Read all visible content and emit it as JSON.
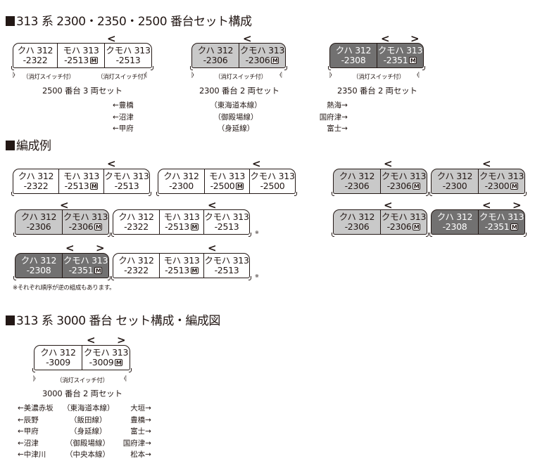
{
  "section1": {
    "title": "313 系 2300・2350・2500 番台セット構成",
    "sets": [
      {
        "label": "2500 番台 3 両セット",
        "cars": [
          {
            "type": "クハ 312",
            "num": "-2322",
            "motor": false,
            "color": "white"
          },
          {
            "type": "モハ 313",
            "num": "-2513",
            "motor": true,
            "color": "white"
          },
          {
            "type": "クモハ 313",
            "num": "-2513",
            "motor": false,
            "color": "white"
          }
        ],
        "switch_left": "（消灯スイッチ付）",
        "switch_right": "（消灯スイッチ付）",
        "destinations": [
          "←豊橋",
          "←沼津",
          "←甲府"
        ]
      },
      {
        "label": "2300 番台 2 両セット",
        "cars": [
          {
            "type": "クハ 312",
            "num": "-2306",
            "motor": false,
            "color": "light"
          },
          {
            "type": "クモハ 313",
            "num": "-2306",
            "motor": true,
            "color": "light"
          }
        ],
        "switch_center": "（消灯スイッチ付）",
        "lines": [
          "（東海道本線）",
          "（御殿場線）",
          "（身延線）"
        ]
      },
      {
        "label": "2350 番台 2 両セット",
        "cars": [
          {
            "type": "クハ 312",
            "num": "-2308",
            "motor": false,
            "color": "dark"
          },
          {
            "type": "クモハ 313",
            "num": "-2351",
            "motor": true,
            "color": "dark"
          }
        ],
        "switch_center": "（消灯スイッチ付）",
        "destinations": [
          "熱海→",
          "国府津→",
          "富士→"
        ]
      }
    ]
  },
  "section2": {
    "title": "編成例",
    "formations": [
      [
        {
          "type": "クハ 312",
          "num": "-2322",
          "motor": false,
          "color": "white"
        },
        {
          "type": "モハ 313",
          "num": "-2513",
          "motor": true,
          "color": "white"
        },
        {
          "type": "クモハ 313",
          "num": "-2513",
          "motor": false,
          "color": "white"
        },
        {
          "type": "クハ 312",
          "num": "-2300",
          "motor": false,
          "color": "white"
        },
        {
          "type": "モハ 313",
          "num": "-2500",
          "motor": true,
          "color": "white"
        },
        {
          "type": "クモハ 313",
          "num": "-2500",
          "motor": false,
          "color": "white"
        }
      ],
      [
        {
          "type": "クハ 312",
          "num": "-2306",
          "motor": false,
          "color": "light"
        },
        {
          "type": "クモハ 313",
          "num": "-2306",
          "motor": true,
          "color": "light"
        },
        {
          "type": "クハ 312",
          "num": "-2300",
          "motor": false,
          "color": "light"
        },
        {
          "type": "クモハ 313",
          "num": "-2300",
          "motor": true,
          "color": "light"
        }
      ],
      [
        {
          "type": "クハ 312",
          "num": "-2306",
          "motor": false,
          "color": "light"
        },
        {
          "type": "クモハ 313",
          "num": "-2306",
          "motor": true,
          "color": "light"
        },
        {
          "type": "クハ 312",
          "num": "-2322",
          "motor": false,
          "color": "white"
        },
        {
          "type": "モハ 313",
          "num": "-2513",
          "motor": true,
          "color": "white"
        },
        {
          "type": "クモハ 313",
          "num": "-2513",
          "motor": false,
          "color": "white"
        }
      ],
      [
        {
          "type": "クハ 312",
          "num": "-2306",
          "motor": false,
          "color": "light"
        },
        {
          "type": "クモハ 313",
          "num": "-2306",
          "motor": true,
          "color": "light"
        },
        {
          "type": "クハ 312",
          "num": "-2308",
          "motor": false,
          "color": "dark"
        },
        {
          "type": "クモハ 313",
          "num": "-2351",
          "motor": true,
          "color": "dark"
        }
      ],
      [
        {
          "type": "クハ 312",
          "num": "-2308",
          "motor": false,
          "color": "dark"
        },
        {
          "type": "クモハ 313",
          "num": "-2351",
          "motor": true,
          "color": "dark"
        },
        {
          "type": "クハ 312",
          "num": "-2322",
          "motor": false,
          "color": "white"
        },
        {
          "type": "モハ 313",
          "num": "-2513",
          "motor": true,
          "color": "white"
        },
        {
          "type": "クモハ 313",
          "num": "-2513",
          "motor": false,
          "color": "white"
        }
      ]
    ],
    "asterisk": "※",
    "note": "※それぞれ順序が逆の組成もあります。"
  },
  "section3": {
    "title": "313 系 3000 番台 セット構成・編成図",
    "set": {
      "label": "3000 番台 2 両セット",
      "cars": [
        {
          "type": "クハ 312",
          "num": "-3009",
          "motor": false,
          "color": "white"
        },
        {
          "type": "クモハ 313",
          "num": "-3009",
          "motor": true,
          "color": "white"
        }
      ],
      "switch_center": "（消灯スイッチ付）"
    },
    "routes": [
      {
        "left": "←美濃赤坂",
        "line": "（東海道本線）",
        "right": "大垣→"
      },
      {
        "left": "←辰野",
        "line": "（飯田線）",
        "right": "豊橋→"
      },
      {
        "left": "←甲府",
        "line": "（身延線）",
        "right": "富士→"
      },
      {
        "left": "←沼津",
        "line": "（御殿場線）",
        "right": "国府津→"
      },
      {
        "left": "←中津川",
        "line": "（中央本線）",
        "right": "松本→"
      }
    ]
  },
  "icons": {
    "pantograph_left": "<",
    "pantograph_right": ">",
    "motor_mark": "M",
    "headlight_left": "⦊",
    "headlight_right": "⦉"
  },
  "colors": {
    "ink": "#231815",
    "car_white": "#ffffff",
    "car_light": "#c9c9c9",
    "car_dark": "#727171"
  }
}
